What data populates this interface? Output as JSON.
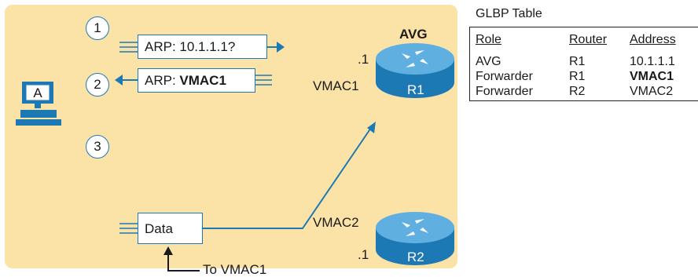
{
  "colors": {
    "panel": "#fbe3a8",
    "accent": "#1d79b4",
    "router": "#1d79b4"
  },
  "steps": [
    "1",
    "2",
    "3"
  ],
  "messages": {
    "arp_request": "ARP: 10.1.1.1?",
    "arp_reply_prefix": "ARP: ",
    "arp_reply_value": "VMAC1",
    "data": "Data"
  },
  "host": {
    "label": "A",
    "icon": "pc-icon"
  },
  "pointer_label": "To VMAC1",
  "routers": {
    "r1": {
      "name": "R1",
      "role_label": "AVG",
      "ip_suffix": ".1",
      "vmac": "VMAC1",
      "icon": "router-icon"
    },
    "r2": {
      "name": "R2",
      "ip_suffix": ".1",
      "vmac": "VMAC2",
      "icon": "router-icon"
    }
  },
  "table": {
    "title": "GLBP Table",
    "headers": [
      "Role",
      "Router",
      "Address"
    ],
    "rows": [
      [
        "AVG",
        "R1",
        "10.1.1.1"
      ],
      [
        "Forwarder",
        "R1",
        "VMAC1"
      ],
      [
        "Forwarder",
        "R2",
        "VMAC2"
      ]
    ]
  }
}
